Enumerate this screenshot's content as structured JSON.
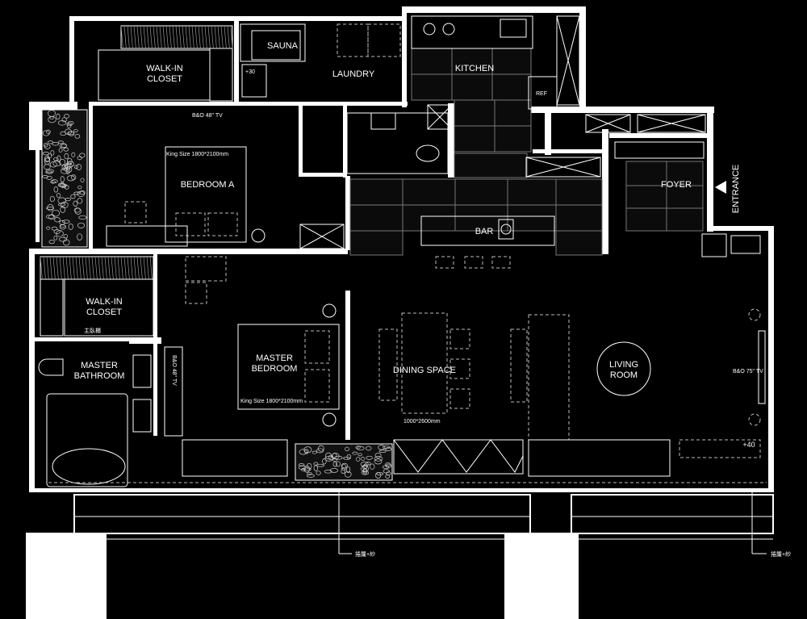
{
  "rooms": {
    "walk_in_closet_a": "WALK-IN\nCLOSET",
    "sauna": "SAUNA",
    "laundry": "LAUNDRY",
    "kitchen": "KITCHEN",
    "ref": "REF",
    "bedroom_a": "BEDROOM A",
    "foyer": "FOYER",
    "entrance": "ENTRANCE",
    "bar": "BAR",
    "walk_in_closet_master": "WALK-IN\nCLOSET",
    "master_bathroom": "MASTER\nBATHROOM",
    "master_bedroom": "MASTER\nBEDROOM",
    "dining_space": "DINING SPACE",
    "living_room": "LIVING\nROOM"
  },
  "notes": {
    "tv_bedroom_a": "B&O 48\" TV",
    "bed_size_a": "King Size 1800*2100mm",
    "bed_size_master": "King Size 1800*2100mm",
    "table_size": "1000*2600mm",
    "tv_master": "B&O 48\" TV",
    "tv_living": "B&O 75\" TV",
    "level_sauna": "+30",
    "level_living": "+40",
    "curtain_left": "捲簾+紗",
    "curtain_right": "捲簾+紗",
    "closet_tag": "主臥櫃"
  },
  "colors": {
    "background": "#000000",
    "wall": "#ffffff",
    "line": "#ffffff"
  }
}
